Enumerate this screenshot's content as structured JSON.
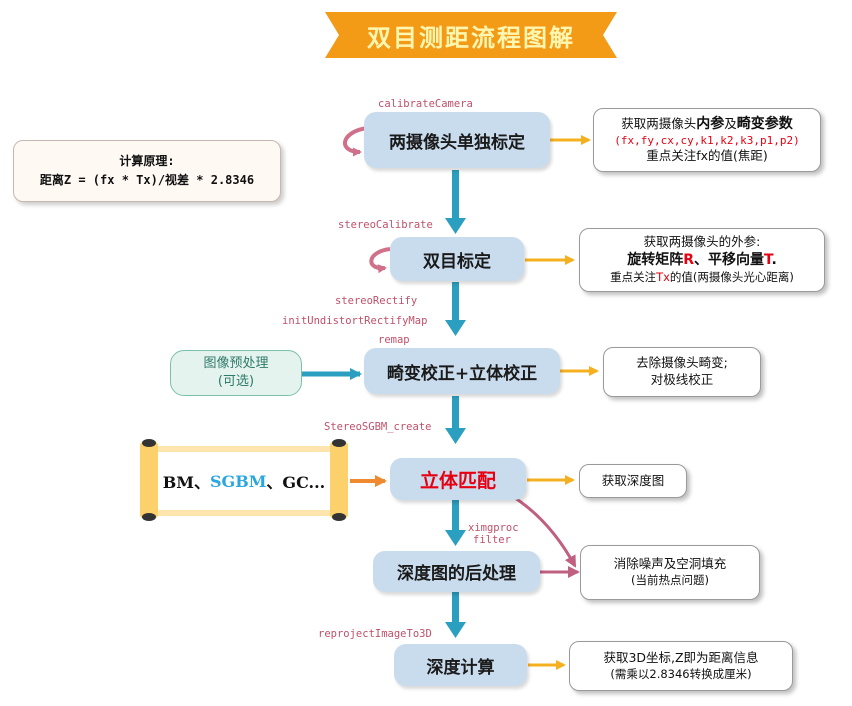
{
  "title": "双目测距流程图解",
  "formula": {
    "line1": "计算原理:",
    "line2": "距离Z = (fx * Tx)/视差 * 2.8346"
  },
  "steps": {
    "calib_single": "两摄像头单独标定",
    "stereo_calib": "双目标定",
    "rectify": "畸变校正+立体校正",
    "matching": "立体匹配",
    "postprocess": "深度图的后处理",
    "depth_calc": "深度计算"
  },
  "functions": {
    "calibrate_camera": "calibrateCamera",
    "stereo_calibrate": "stereoCalibrate",
    "stereo_rectify": "stereoRectify",
    "init_undistort": "initUndistortRectifyMap",
    "remap": "remap",
    "sgbm_create": "StereoSGBM_create",
    "ximgproc_1": "ximgproc",
    "ximgproc_2": "filter",
    "reproject": "reprojectImageTo3D"
  },
  "notes": {
    "intrinsic": {
      "prefix": "获取两摄像头",
      "bold1": "内参",
      "mid": "及",
      "bold2": "畸变参数",
      "params": "(fx,fy,cx,cy,k1,k2,k3,p1,p2)",
      "line3": "重点关注fx的值(焦距)"
    },
    "extrinsic": {
      "line1": "获取两摄像头的外参:",
      "rot": "旋转矩阵",
      "rot_sym": "R",
      "sep": "、",
      "trans": "平移向量",
      "trans_sym": "T",
      "end": ".",
      "line3_prefix": "重点关注",
      "line3_tx": "Tx",
      "line3_suffix": "的值(两摄像头光心距离)"
    },
    "rectify": {
      "line1": "去除摄像头畸变;",
      "line2": "对极线校正"
    },
    "depth_map": "获取深度图",
    "noise": {
      "line1": "消除噪声及空洞填充",
      "line2": "(当前热点问题)"
    },
    "coords": {
      "line1": "获取3D坐标,Z即为距离信息",
      "line2": "(需乘以2.8346转换成厘米)"
    }
  },
  "preprocess": {
    "line1": "图像预处理",
    "line2": "(可选)"
  },
  "algorithms": {
    "bm": "BM、",
    "sgbm": "SGBM",
    "rest": "、GC..."
  },
  "colors": {
    "banner": "#f39a16",
    "step_fill": "#c9dcee",
    "flow_arrow": "#2b9fbf",
    "orange_arrow": "#f5b020",
    "mauve_arrow": "#c06080",
    "red_text": "#e60012",
    "scroll": "#fcd06a"
  }
}
